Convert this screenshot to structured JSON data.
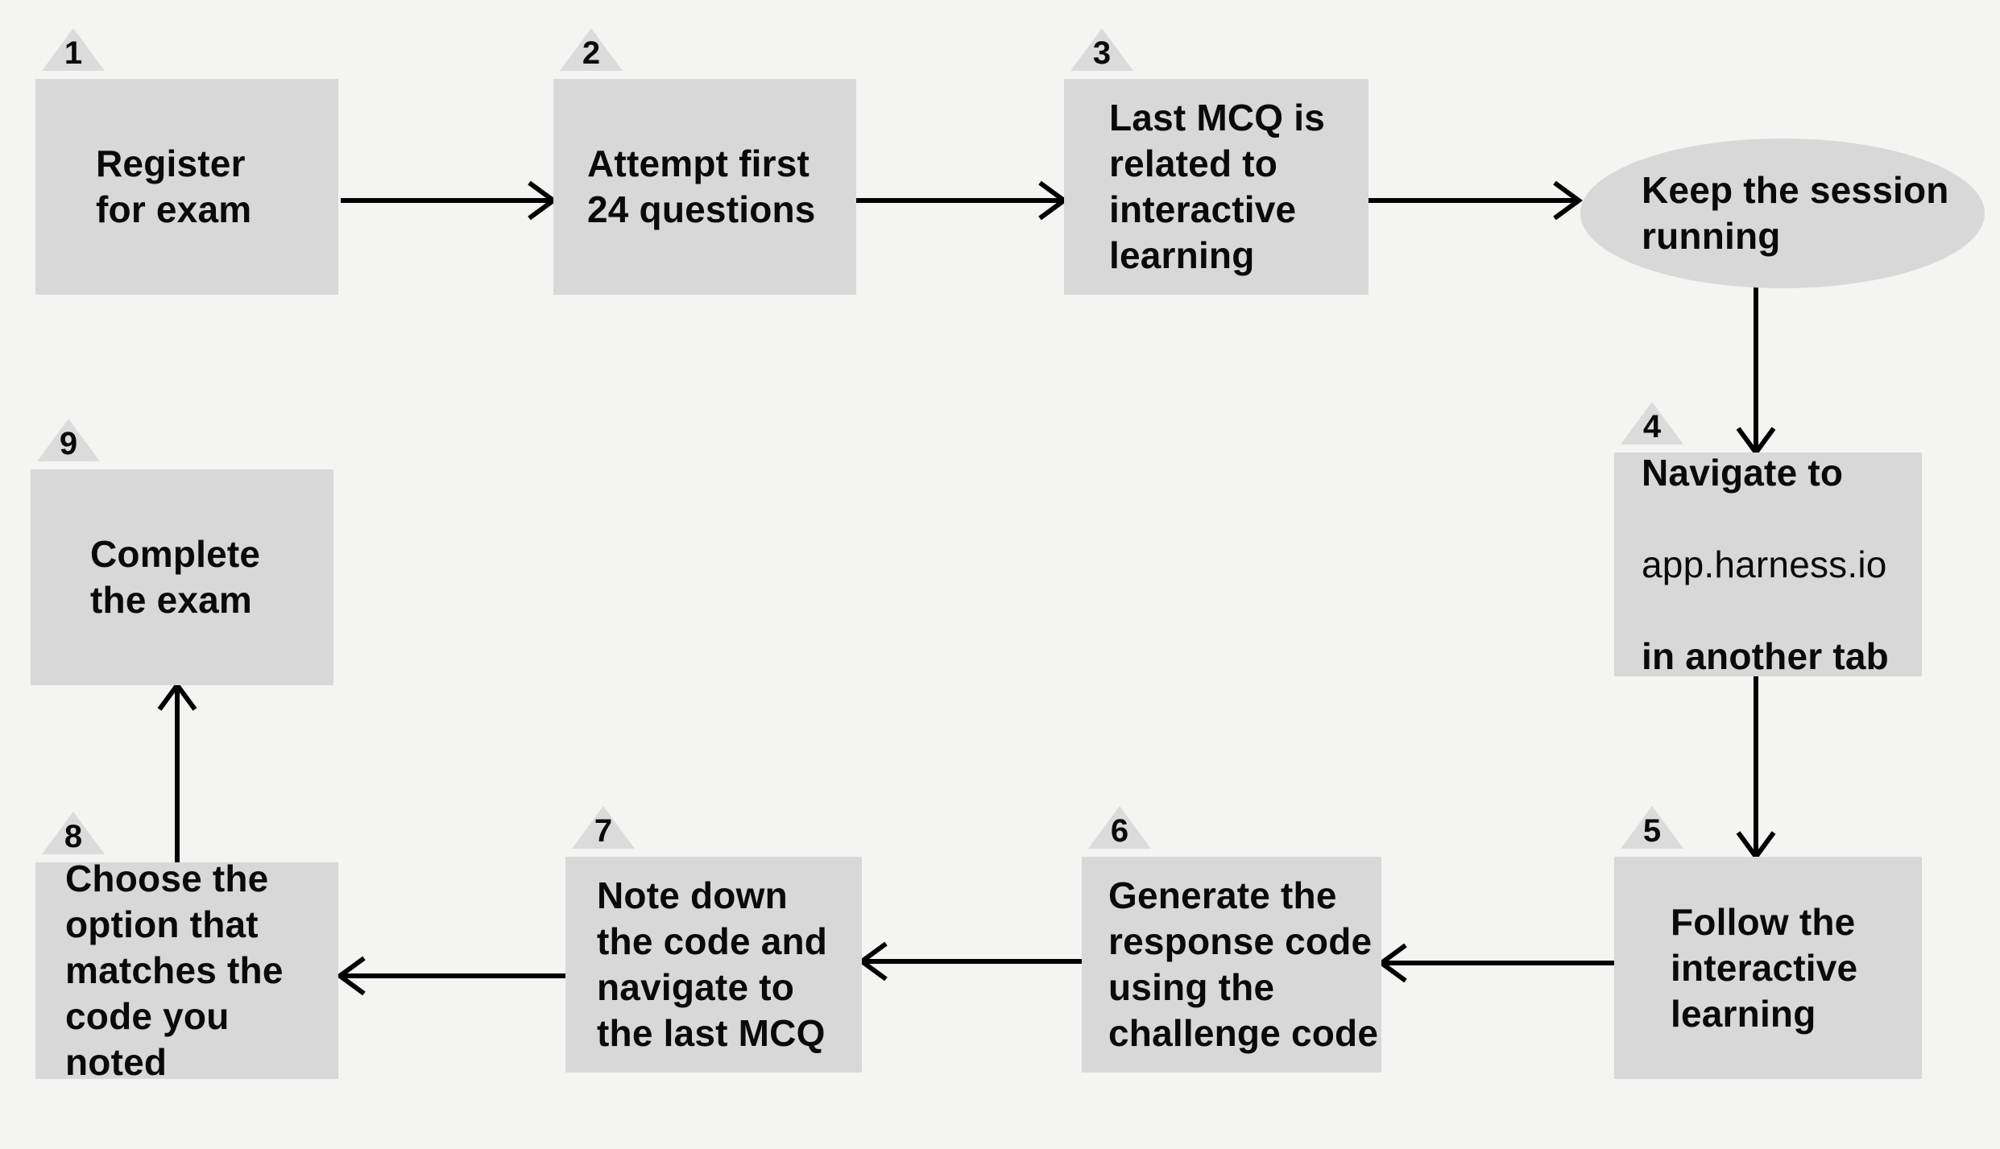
{
  "diagram": {
    "description": "Exam process flowchart",
    "colors": {
      "background": "#f4f4f3",
      "node_fill": "#d8d8d8",
      "badge_fill": "#dbdbdb",
      "arrow": "#000000",
      "text": "#0a0a0a"
    },
    "ellipse": {
      "label": "Keep the session\nrunning"
    },
    "steps": [
      {
        "number": "1",
        "label": "Register\nfor exam"
      },
      {
        "number": "2",
        "label": "Attempt first\n24 questions"
      },
      {
        "number": "3",
        "label": "Last MCQ is\nrelated to\ninteractive\nlearning"
      },
      {
        "number": "4",
        "lines": [
          "Navigate to",
          "app.harness.io",
          "in another tab"
        ]
      },
      {
        "number": "5",
        "label": "Follow the\ninteractive\nlearning"
      },
      {
        "number": "6",
        "label": "Generate the\nresponse code\nusing the\nchallenge code"
      },
      {
        "number": "7",
        "label": "Note down\nthe code and\nnavigate to\nthe last MCQ"
      },
      {
        "number": "8",
        "label": "Choose the\noption that\nmatches the\ncode you noted"
      },
      {
        "number": "9",
        "label": "Complete\nthe exam"
      }
    ]
  }
}
